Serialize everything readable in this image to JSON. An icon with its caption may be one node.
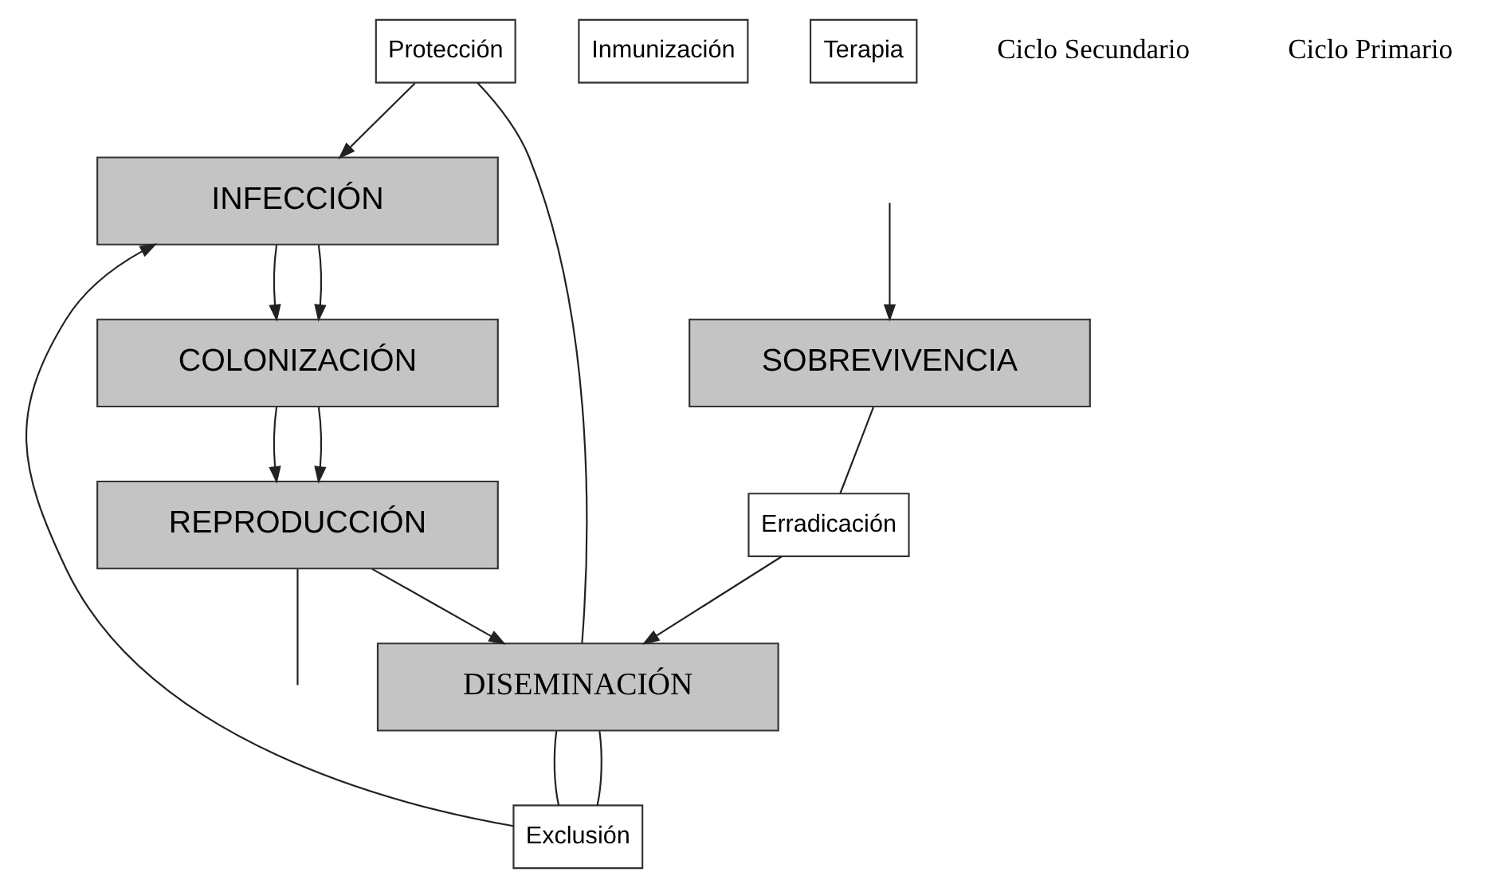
{
  "diagram": {
    "nodes": [
      {
        "text": [
          "Protección"
        ]
      },
      {
        "text": [
          "Exclusión"
        ]
      },
      {
        "text": [
          "DISEMINACIÓN"
        ]
      },
      {
        "text": [
          "INFECCIÓN"
        ]
      },
      {
        "text": [
          "Inmunización"
        ]
      },
      {
        "text": [
          "COLONIZACIÓN"
        ]
      },
      {
        "text": [
          "Terapia"
        ]
      },
      {
        "text": [
          "REPRODUCCIÓN"
        ]
      },
      {
        "text": [
          "Erradicación"
        ]
      },
      {
        "text": [
          "SOBREVIVENCIA"
        ]
      }
    ],
    "edges": [
      {
        "from": 2,
        "to": 0,
        "arrow": "none"
      },
      {
        "from": 0,
        "to": 3,
        "arrow": "to"
      },
      {
        "from": 2,
        "to": 1,
        "arrow": "none"
      },
      {
        "from": 2,
        "to": 1,
        "arrow": "none"
      },
      {
        "from": 1,
        "to": 3,
        "arrow": "to"
      },
      {
        "from": 3,
        "to": 5,
        "arrow": "to"
      },
      {
        "from": 3,
        "to": 5,
        "arrow": "to"
      },
      {
        "from": 5,
        "to": 7,
        "arrow": "to"
      },
      {
        "from": 5,
        "to": 7,
        "arrow": "to"
      },
      {
        "from": 7,
        "to": 2,
        "arrow": "to"
      },
      {
        "from": 9,
        "to": 8,
        "arrow": "none"
      },
      {
        "from": 8,
        "to": 2,
        "arrow": "to"
      },
      {
        "from": 7,
        "to": null,
        "arrow": "none"
      },
      {
        "from": null,
        "to": 9,
        "arrow": "to"
      }
    ],
    "labels": [
      "Ciclo Secundario",
      "Ciclo Primario"
    ]
  }
}
